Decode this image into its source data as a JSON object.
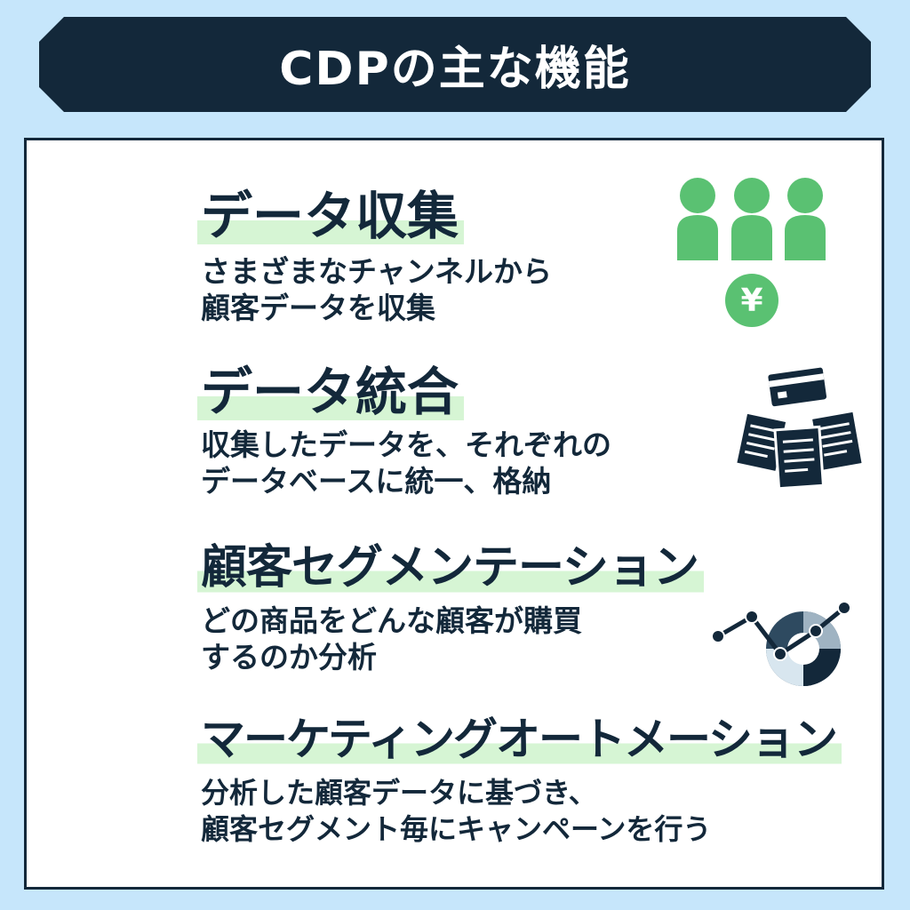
{
  "header": {
    "title": "CDPの主な機能"
  },
  "features": [
    {
      "title": "データ収集",
      "lines": [
        "さまざまなチャンネルから",
        "顧客データを収集"
      ],
      "icon": "customers-yen-icon"
    },
    {
      "title": "データ統合",
      "lines": [
        "収集したデータを、それぞれの",
        "データベースに統一、格納"
      ],
      "icon": "card-documents-icon"
    },
    {
      "title": "顧客セグメンテーション",
      "lines": [
        "どの商品をどんな顧客が購買",
        "するのか分析"
      ],
      "icon": "analytics-chart-icon"
    },
    {
      "title": "マーケティングオートメーション",
      "lines": [
        "分析した顧客データに基づき、",
        "顧客セグメント毎にキャンペーンを行う"
      ],
      "icon": "none"
    }
  ],
  "colors": {
    "navy": "#13283a",
    "green": "#5ac172",
    "highlight": "#d6f5d4",
    "background": "#c6e6fb"
  },
  "icons": {
    "yen_symbol": "¥",
    "database": "database-icon"
  }
}
